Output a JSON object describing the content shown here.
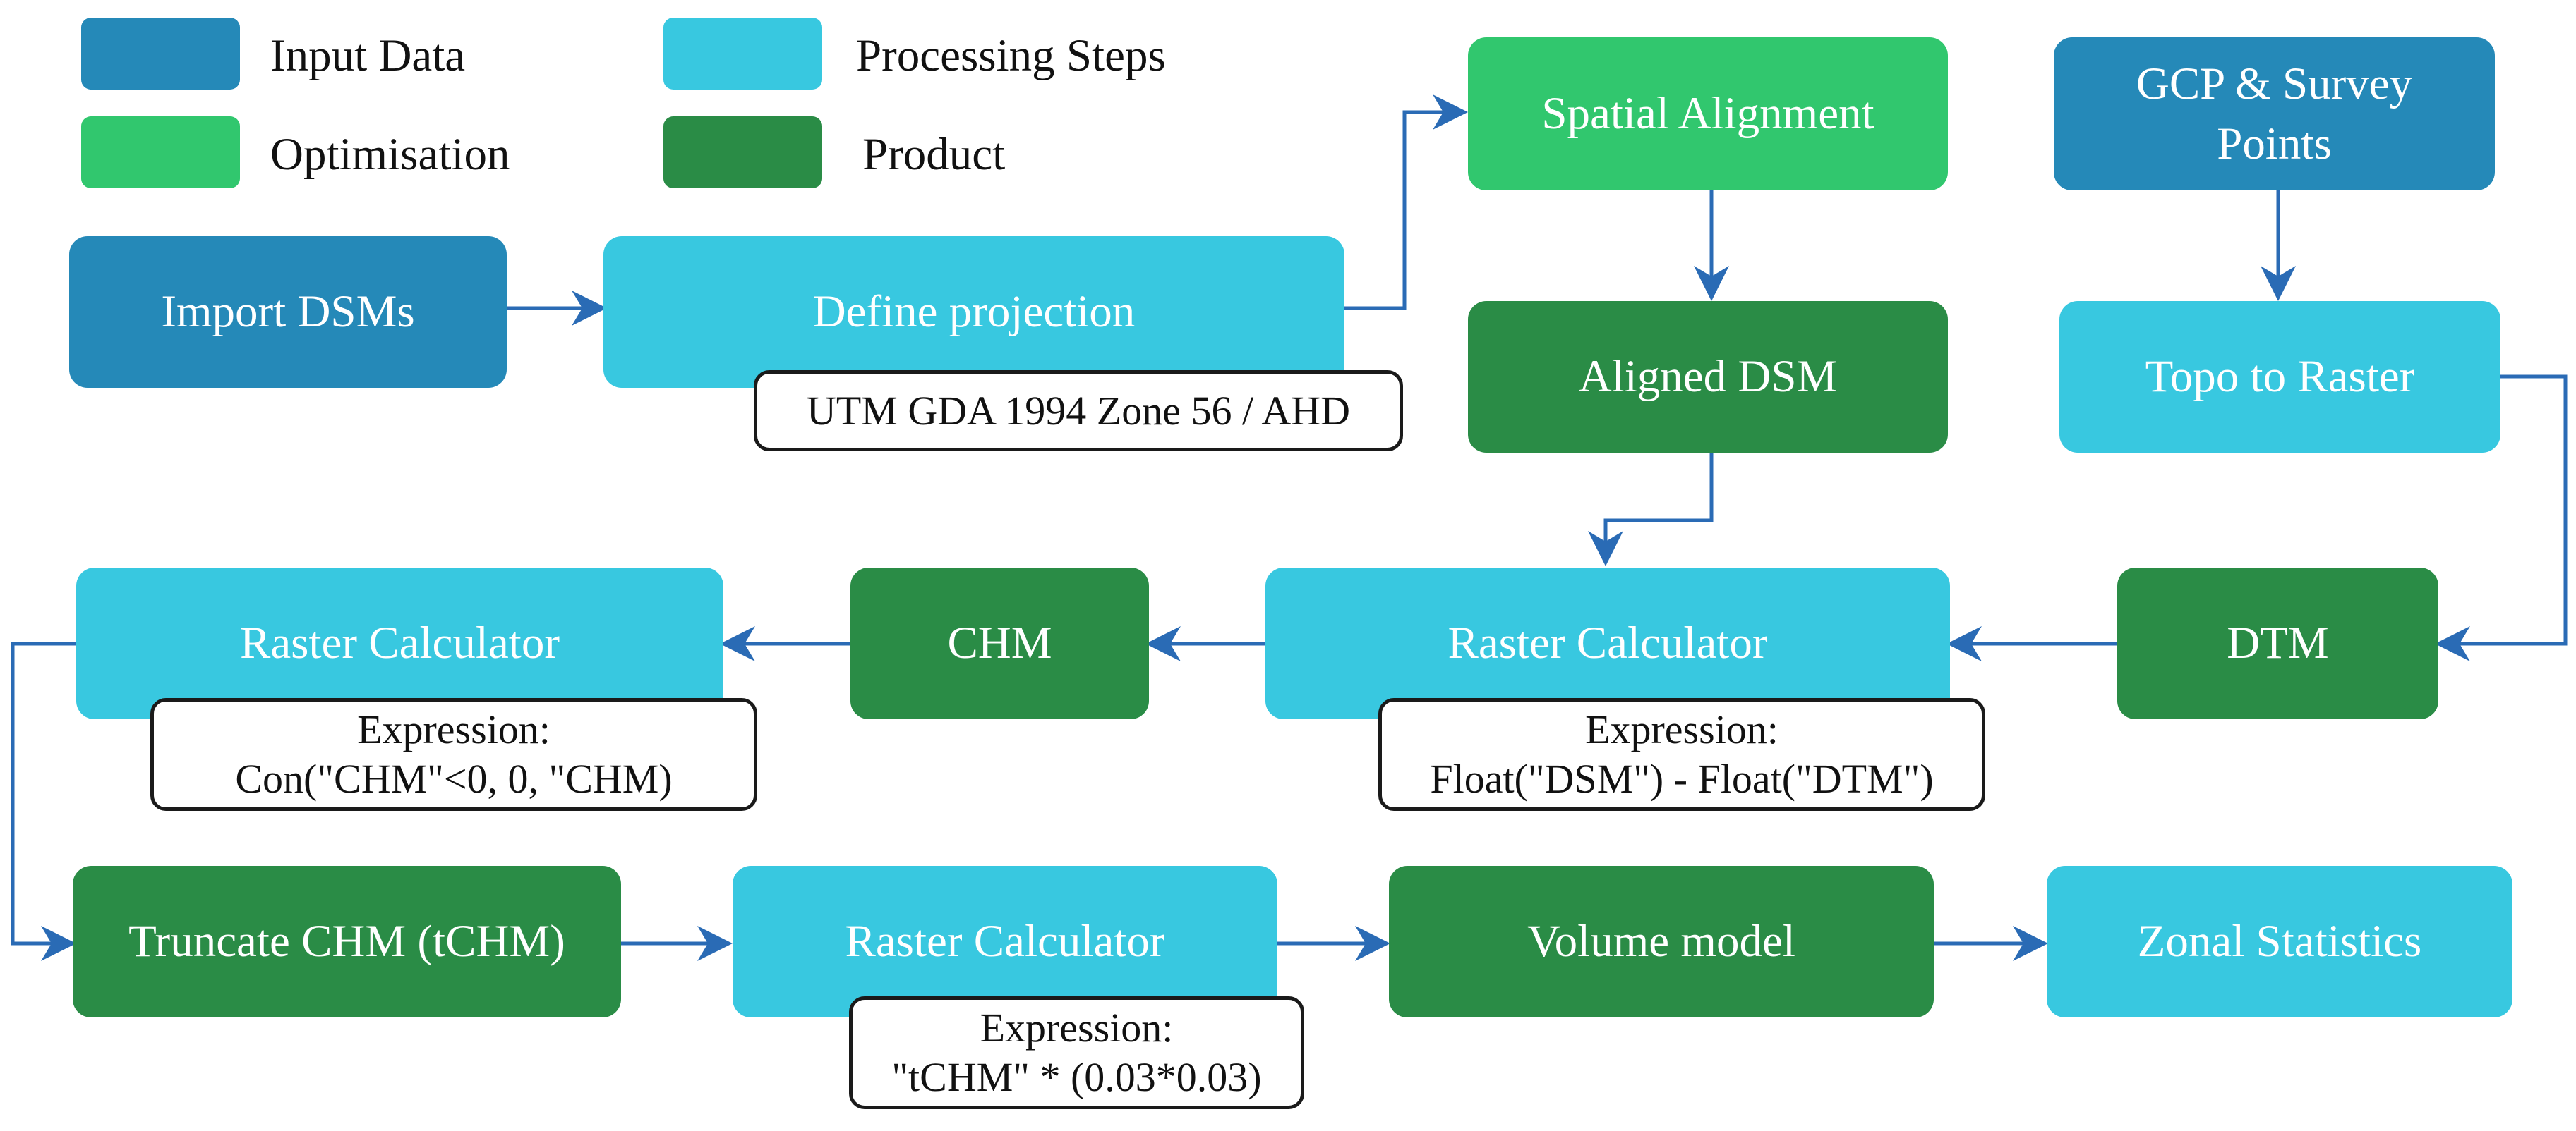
{
  "legend": {
    "input_data": "Input Data",
    "processing_steps": "Processing Steps",
    "optimisation": "Optimisation",
    "product": "Product"
  },
  "nodes": {
    "import_dsms": "Import DSMs",
    "define_projection": "Define projection",
    "spatial_alignment": "Spatial Alignment",
    "aligned_dsm": "Aligned DSM",
    "gcp_line1": "GCP & Survey",
    "gcp_line2": "Points",
    "topo_to_raster": "Topo to Raster",
    "dtm": "DTM",
    "raster_calc_1": "Raster Calculator",
    "chm": "CHM",
    "raster_calc_2": "Raster Calculator",
    "truncate_chm": "Truncate CHM (tCHM)",
    "raster_calc_3": "Raster Calculator",
    "volume_model": "Volume model",
    "zonal_statistics": "Zonal Statistics"
  },
  "notes": {
    "projection": "UTM GDA 1994 Zone 56 / AHD",
    "expr_label": "Expression:",
    "expr_dsm_dtm": "Float(\"DSM\") - Float(\"DTM\")",
    "expr_con": "Con(\"CHM\"<0, 0, \"CHM)",
    "expr_volume": "\"tCHM\" * (0.03*0.03)"
  },
  "colors": {
    "input": "#2589B8",
    "processing": "#38C8E0",
    "optimisation": "#31C76E",
    "product": "#2A8C46",
    "arrow": "#2A6BB5"
  }
}
